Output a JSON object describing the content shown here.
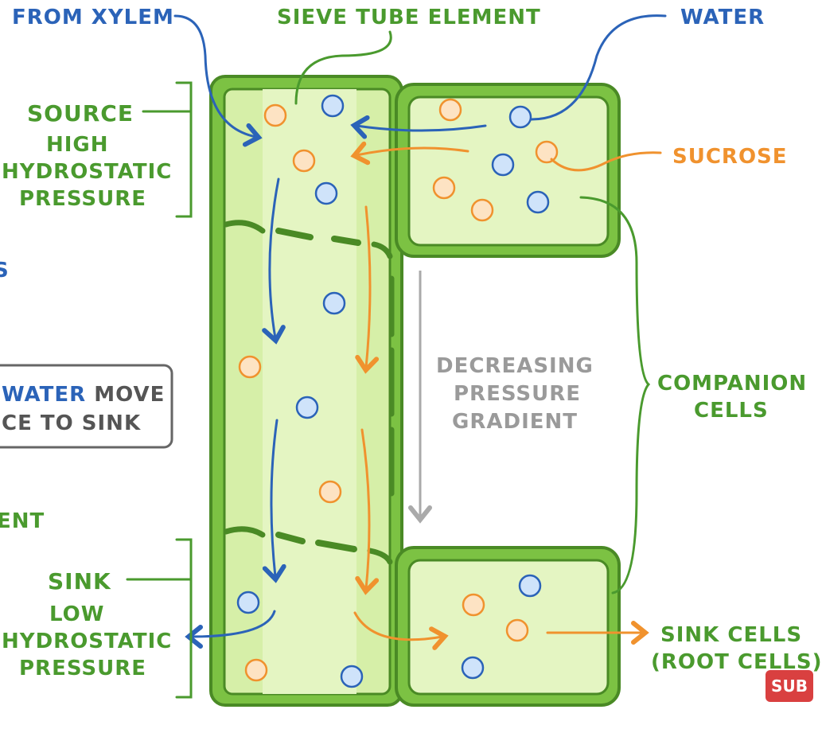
{
  "labels": {
    "from_xylem": "FROM XYLEM",
    "sieve_tube": "SIEVE TUBE ELEMENT",
    "water": "WATER",
    "source": "SOURCE",
    "high": "HIGH",
    "hydrostatic_1": "HYDROSTATIC",
    "pressure_1": "PRESSURE",
    "sucrose": "SUCROSE",
    "decreasing": "DECREASING",
    "pressure_2": "PRESSURE",
    "gradient": "GRADIENT",
    "companion_1": "COMPANION",
    "companion_2": "CELLS",
    "sink": "SINK",
    "low": "LOW",
    "hydrostatic_2": "HYDROSTATIC",
    "pressure_3": "PRESSURE",
    "sink_cells": "SINK CELLS",
    "root_cells": "(ROOT CELLS)",
    "cut_s": "S",
    "cut_water": "WATER",
    "cut_move": " MOVE",
    "cut_ce": "CE TO SINK",
    "cut_ent": "ENT",
    "badge": "SUB"
  },
  "colors": {
    "green_label": "#4a9a2e",
    "blue_water": "#2b63b8",
    "orange_sucrose": "#f0922e",
    "cell_fill": "#d9efb0",
    "cell_wall": "#7cc243"
  }
}
